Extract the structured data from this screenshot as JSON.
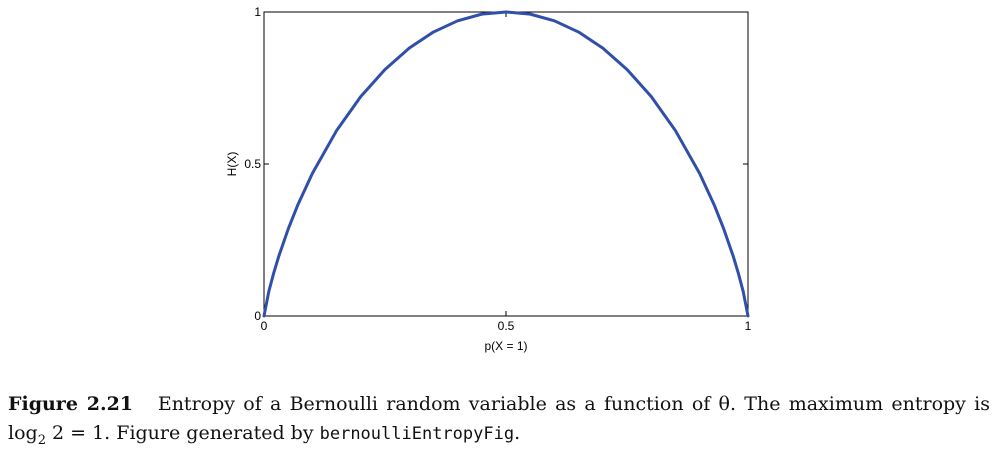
{
  "chart_data": {
    "type": "line",
    "xlabel": "p(X = 1)",
    "ylabel": "H(X)",
    "xlim": [
      0,
      1
    ],
    "ylim": [
      0,
      1
    ],
    "x_ticks": [
      "0",
      "0.5",
      "1"
    ],
    "y_ticks": [
      "0",
      "0.5",
      "1"
    ],
    "grid": false,
    "color": "#2f4fa8",
    "series": [
      {
        "x": [
          0.0,
          0.01,
          0.02,
          0.03,
          0.05,
          0.07,
          0.1,
          0.15,
          0.2,
          0.25,
          0.3,
          0.35,
          0.4,
          0.45,
          0.5,
          0.55,
          0.6,
          0.65,
          0.7,
          0.75,
          0.8,
          0.85,
          0.9,
          0.93,
          0.95,
          0.97,
          0.98,
          0.99,
          1.0
        ],
        "y": [
          0.0,
          0.081,
          0.141,
          0.194,
          0.286,
          0.366,
          0.469,
          0.61,
          0.722,
          0.811,
          0.881,
          0.934,
          0.971,
          0.993,
          1.0,
          0.993,
          0.971,
          0.934,
          0.881,
          0.811,
          0.722,
          0.61,
          0.469,
          0.366,
          0.286,
          0.194,
          0.141,
          0.081,
          0.0
        ]
      }
    ]
  },
  "caption": {
    "figure_label": "Figure 2.21",
    "line1": "Entropy of a Bernoulli random variable as a function of θ. The maximum entropy is",
    "math_log": "log",
    "math_sub": "2",
    "math_rest": " 2 = 1. Figure generated by ",
    "code": "bernoulliEntropyFig",
    "tail": "."
  }
}
